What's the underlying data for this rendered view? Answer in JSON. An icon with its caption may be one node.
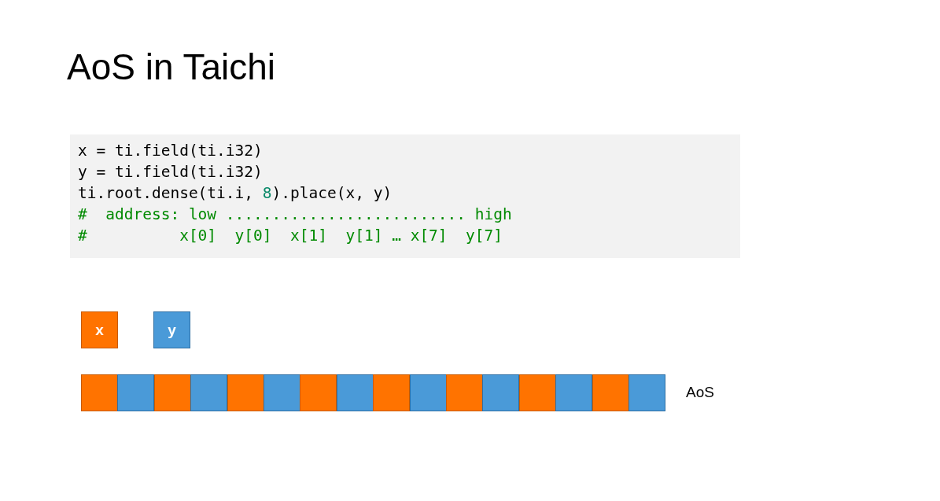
{
  "diagram": {
    "title": "AoS in Taichi",
    "nodes": [
      {
        "text": [
          "x"
        ]
      },
      {
        "text": [
          "y"
        ]
      },
      {
        "text": [],
        "shape": "box"
      },
      {
        "text": [],
        "shape": "box"
      },
      {
        "text": [],
        "shape": "box"
      },
      {
        "text": [],
        "shape": "box"
      },
      {
        "text": [],
        "shape": "box"
      },
      {
        "text": [],
        "shape": "box"
      },
      {
        "text": [],
        "shape": "box"
      },
      {
        "text": [],
        "shape": "box"
      },
      {
        "text": [],
        "shape": "box"
      },
      {
        "text": [],
        "shape": "box"
      },
      {
        "text": [],
        "shape": "box"
      },
      {
        "text": [],
        "shape": "box"
      },
      {
        "text": [],
        "shape": "box"
      },
      {
        "text": [],
        "shape": "box"
      },
      {
        "text": [],
        "shape": "box"
      },
      {
        "text": [],
        "shape": "box"
      }
    ],
    "edges": [],
    "labels": [
      "x = ti.field(ti.i32)",
      "y = ti.field(ti.i32)",
      "ti.root.dense(ti.i, 8).place(x, y)",
      "#  address: low .......................... high",
      "#          x[0]  y[0]  x[1]  y[1] … x[7]  y[7]",
      "AoS"
    ]
  }
}
